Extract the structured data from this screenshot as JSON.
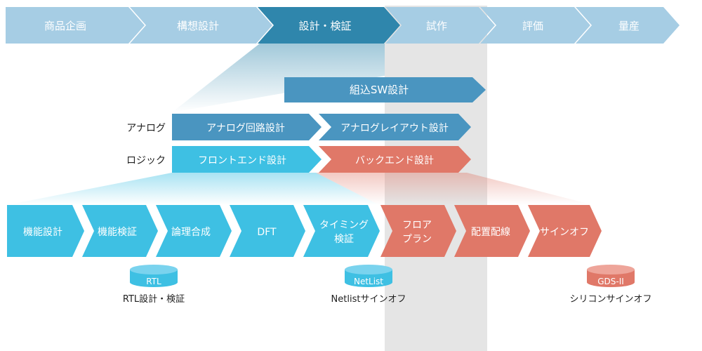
{
  "phases": [
    {
      "label": "商品企画"
    },
    {
      "label": "構想設計"
    },
    {
      "label": "設計・検証"
    },
    {
      "label": "試作"
    },
    {
      "label": "評価"
    },
    {
      "label": "量産"
    }
  ],
  "embedded_sw": {
    "label": "組込SW設計"
  },
  "rows": {
    "analog": {
      "label": "アナログ",
      "circuit": "アナログ回路設計",
      "layout": "アナログレイアウト設計"
    },
    "logic": {
      "label": "ロジック",
      "frontend": "フロントエンド設計",
      "backend": "バックエンド設計"
    }
  },
  "flow_steps": [
    {
      "lines": [
        "機能設計"
      ]
    },
    {
      "lines": [
        "機能検証"
      ]
    },
    {
      "lines": [
        "論理合成"
      ]
    },
    {
      "lines": [
        "DFT"
      ]
    },
    {
      "lines": [
        "タイミング",
        "検証"
      ]
    },
    {
      "lines": [
        "フロア",
        "プラン"
      ]
    },
    {
      "lines": [
        "配置配線"
      ]
    },
    {
      "lines": [
        "サインオフ"
      ]
    }
  ],
  "milestones": [
    {
      "db": "RTL",
      "caption": "RTL設計・検証"
    },
    {
      "db": "NetList",
      "caption": "Netlistサインオフ"
    },
    {
      "db": "GDS-II",
      "caption": "シリコンサインオフ"
    }
  ],
  "colors": {
    "phase": "#a6cde4",
    "phase_active": "#2f86ac",
    "blue_mid": "#4a95c0",
    "cyan": "#3ec0e3",
    "salmon": "#e07868",
    "gray_band": "#dcdcdc"
  }
}
